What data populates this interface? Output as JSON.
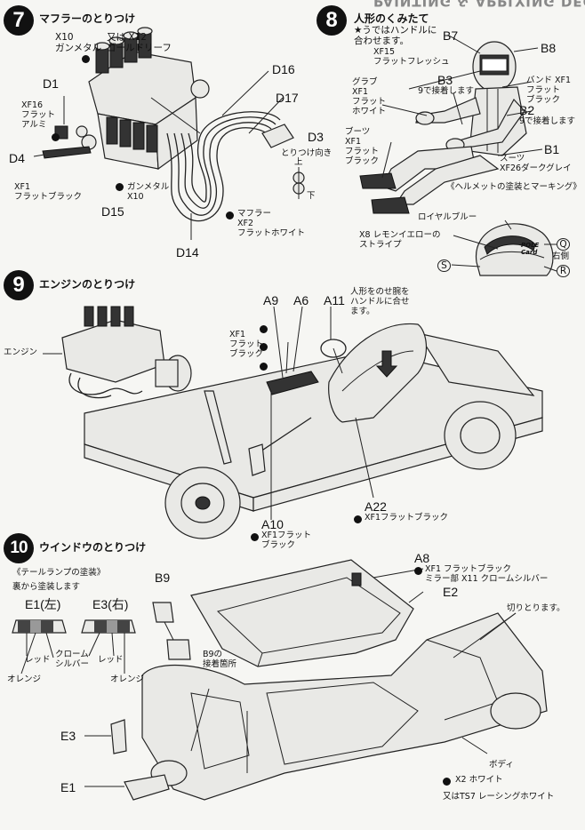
{
  "steps": {
    "s7": {
      "number": "7",
      "title": "マフラーのとりつけ",
      "labels": {
        "x10_gun": "X10\nガンメタル",
        "or_x12": "又は X12\nゴールドリーフ",
        "d1": "D1",
        "xf16": "XF16\nフラット\nアルミ",
        "d4": "D4",
        "xf1_fb": "XF1\nフラットブラック",
        "gunmetal_x10": "ガンメタル\nX10",
        "d15": "D15",
        "d16": "D16",
        "d17": "D17",
        "d3": "D3",
        "direction": "とりつけ向き",
        "up": "上",
        "down": "下",
        "muffler": "マフラー\nXF2\nフラットホワイト",
        "d14": "D14"
      }
    },
    "s8": {
      "number": "8",
      "title": "人形のくみたて",
      "labels": {
        "note": "★うではハンドルに\n合わせます。",
        "b7": "B7",
        "b8": "B8",
        "xf15": "XF15\nフラットフレッシュ",
        "glove": "グラブ\nXF1\nフラット\nホワイト",
        "b3": "B3",
        "glue9a": "9で接着します",
        "band": "バンド XF1\nフラット\nブラック",
        "b2": "B2",
        "glue9b": "9で接着します",
        "boots": "ブーツ\nXF1\nフラット\nブラック",
        "b1": "B1",
        "suit": "スーツ\nXF26ダークグレイ",
        "helmet_caption": "《ヘルメットの塗装とマーキング》",
        "royal_blue": "ロイヤルブルー",
        "x8_stripe": "X8 レモンイエローの\nストライプ",
        "q": "Q",
        "right": "右側",
        "r": "R",
        "s": "S",
        "helmet_logo": "POLE\nCard"
      }
    },
    "s9": {
      "number": "9",
      "title": "エンジンのとりつけ",
      "labels": {
        "engine": "エンジン",
        "a9": "A9",
        "a6": "A6",
        "a11": "A11",
        "xf1_fb": "XF1\nフラット\nブラック",
        "doll_note": "人形をのせ腕を\nハンドルに合せ\nます。",
        "a10": "A10",
        "a10_paint": "XF1フラット\nブラック",
        "a22": "A22",
        "a22_paint": "XF1フラットブラック"
      }
    },
    "s10": {
      "number": "10",
      "title": "ウインドウのとりつけ",
      "labels": {
        "tail_title": "《テールランプの塗装》",
        "tail_sub": "裏から塗装します",
        "e1_left": "E1(左)",
        "e3_right": "E3(右)",
        "red1": "レッド",
        "chrome": "クローム\nシルバー",
        "red2": "レッド",
        "orange1": "オレンジ",
        "orange2": "オレンジ",
        "b9": "B9",
        "b9_glue": "B9の\n接着箇所",
        "a8": "A8",
        "a8_paint": "XF1 フラットブラック\nミラー部 X11 クロームシルバー",
        "e2": "E2",
        "cut": "切りとります。",
        "e3": "E3",
        "e1": "E1",
        "body": "ボディ",
        "body_paint": "X2 ホワイト",
        "body_alt": "又はTS7 レーシングホワイト"
      }
    }
  },
  "header_fragment": "PAINTING & APPLYING DECALS",
  "colors": {
    "ink": "#111111",
    "paper": "#f6f6f3"
  }
}
